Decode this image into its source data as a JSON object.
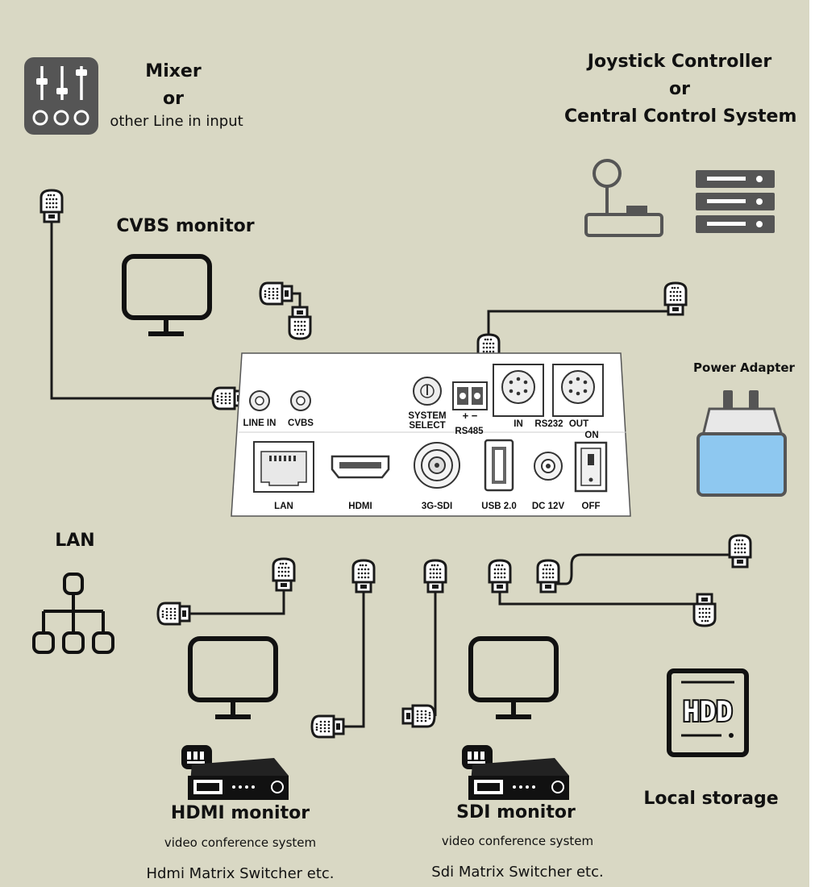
{
  "labels": {
    "mixer": {
      "line1": "Mixer",
      "line2": "or",
      "line3": "other Line in input"
    },
    "joystick": {
      "line1": "Joystick Controller",
      "line2": "or",
      "line3": "Central Control System"
    },
    "cvbs_monitor": "CVBS monitor",
    "power_adapter": "Power Adapter",
    "lan": "LAN",
    "hdmi_monitor": {
      "title": "HDMI monitor",
      "sub1": "video conference system",
      "sub2": "Hdmi Matrix Switcher etc."
    },
    "sdi_monitor": {
      "title": "SDI monitor",
      "sub1": "video conference system",
      "sub2": "Sdi Matrix Switcher etc."
    },
    "local_storage": "Local storage",
    "hdd": "HDD"
  },
  "panel_ports": {
    "line_in": "LINE IN",
    "cvbs": "CVBS",
    "system_select": {
      "line1": "SYSTEM",
      "line2": "SELECT"
    },
    "rs485": "RS485",
    "rs485_polarity": "+   −",
    "rs232_in": "IN",
    "rs232": "RS232",
    "rs232_out": "OUT",
    "lan": "LAN",
    "hdmi": "HDMI",
    "sdi": "3G-SDI",
    "usb": "USB 2.0",
    "dc": "DC 12V",
    "on": "ON",
    "off": "OFF"
  },
  "colors": {
    "background": "#d9d8c4",
    "line": "#1a1a1a",
    "icon_gray": "#555555",
    "adapter_blue": "#8ec8f0",
    "panel": "#ffffff"
  },
  "icons": [
    "mixer-icon",
    "joystick-icon",
    "server-rack-icon",
    "cvbs-monitor-icon",
    "power-adapter-icon",
    "lan-topology-icon",
    "hdmi-monitor-icon",
    "sdi-monitor-icon",
    "hdmi-recorder-icon",
    "sdi-recorder-icon",
    "hdd-icon",
    "usb-plug-icon"
  ]
}
